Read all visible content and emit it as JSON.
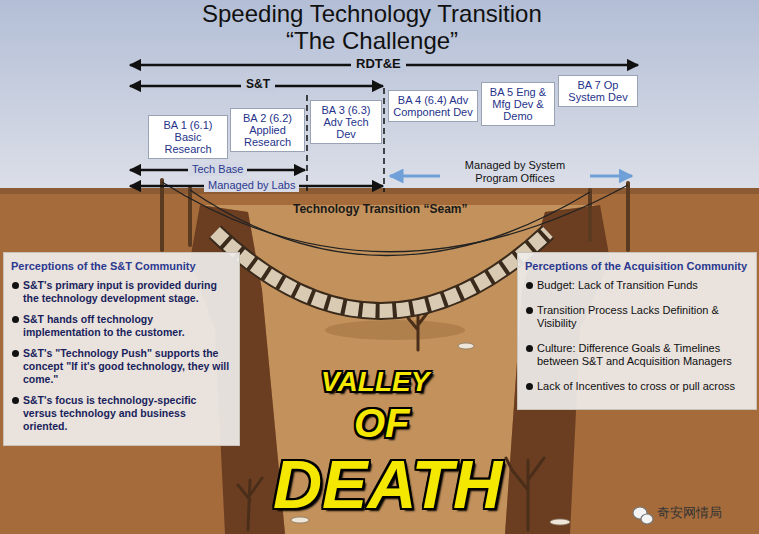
{
  "diagram": {
    "title": "Speeding Technology Transition",
    "nodes": [
      {
        "text": [
          "BA 1 (6.1) Basic Research"
        ]
      },
      {
        "text": [
          "BA 2 (6.2) Applied Research"
        ]
      },
      {
        "text": [
          "BA 3 (6.3) Adv Tech Dev"
        ]
      },
      {
        "text": [
          "BA 4 (6.4) Adv Component Dev"
        ]
      },
      {
        "text": [
          "BA 5 Eng & Mfg Dev & Demo"
        ]
      },
      {
        "text": [
          "BA 7 Op System Dev"
        ]
      },
      {
        "text": [
          "Perceptions of the S&T Community",
          "S&T's primary input is provided during the technology development stage.",
          "S&T hands off technology implementation to the customer.",
          "S&T's \"Technology Push\" supports the concept \"If it's good technology, they will come.\"",
          "S&T's focus is technology-specific versus technology and business oriented."
        ]
      },
      {
        "text": [
          "Perceptions of the Acquisition Community",
          "Budget: Lack of Transition Funds",
          "Transition Process Lacks Definition & Visibility",
          "Culture: Difference Goals & Timelines between S&T and Acquisition Managers",
          "Lack of Incentives to cross or pull across"
        ]
      }
    ],
    "labels": [
      "“The Challenge”",
      "RDT&E",
      "S&T",
      "Tech Base",
      "Managed by Labs",
      "Managed by System Program Offices",
      "Technology Transition “Seam”",
      "VALLEY",
      "OF",
      "DEATH",
      "奇安网情局"
    ]
  }
}
